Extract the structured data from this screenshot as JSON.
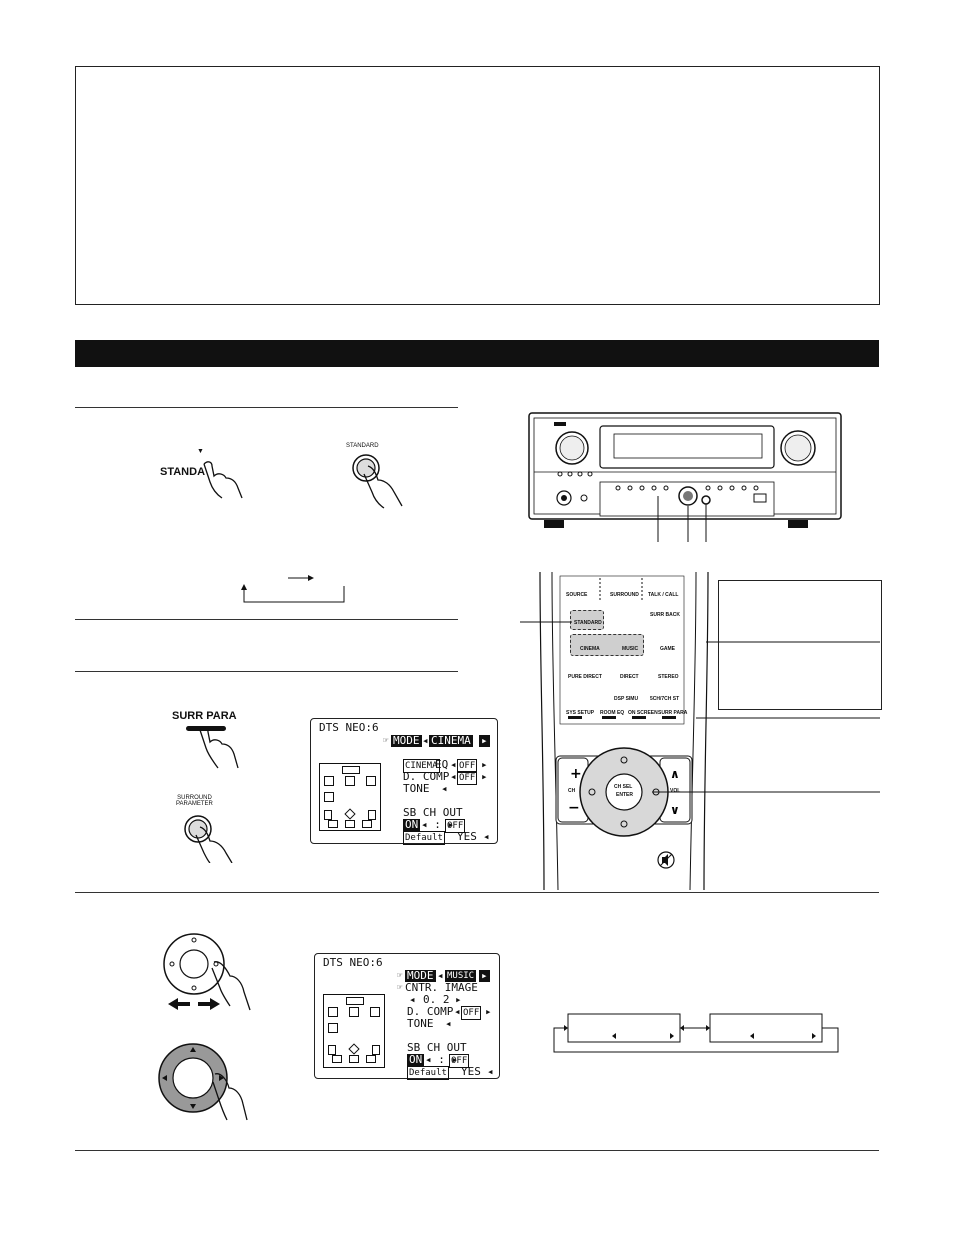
{
  "buttons": {
    "standard_label": "STANDA",
    "standard_caption": "STANDARD",
    "surr_para_label": "SURR PARA",
    "surround_parameter_caption": "SURROUND\nPARAMETER"
  },
  "osd1": {
    "title": "DTS NEO:6",
    "mode_label": "MODE",
    "mode_value": "CINEMA",
    "cinema_tag": "CINEMA",
    "eq_label": "EQ",
    "eq_value": "OFF",
    "dcomp_label": "D. COMP",
    "dcomp_value": "OFF",
    "tone_label": "TONE",
    "sb_label": "SB CH OUT",
    "sb_on": "ON",
    "sb_off": "OFF",
    "default_label": "Default",
    "yes_label": "YES"
  },
  "osd2": {
    "title": "DTS NEO:6",
    "mode_label": "MODE",
    "mode_value": "MUSIC",
    "image_label": "CNTR. IMAGE",
    "image_value": "0. 2",
    "dcomp_label": "D. COMP",
    "dcomp_value": "OFF",
    "tone_label": "TONE",
    "sb_label": "SB CH OUT",
    "sb_on": "ON",
    "sb_off": "OFF",
    "default_label": "Default",
    "yes_label": "YES"
  },
  "remote": {
    "row1": [
      "SOURCE",
      "SURROUND",
      "TALK / CALL"
    ],
    "standard": "STANDARD",
    "surr_back": "SURR BACK",
    "cinema": "CINEMA",
    "music": "MUSIC",
    "game": "GAME",
    "pure_direct": "PURE DIRECT",
    "direct": "DIRECT",
    "stereo": "STEREO",
    "dsp_simu": "DSP SIMU",
    "5ch7ch": "5CH/7CH ST",
    "sys_setup": "SYS SETUP",
    "room_eq": "ROOM EQ",
    "on_screen": "ON SCREEN",
    "surr_para": "SURR PARA",
    "ch_sel": "CH SEL",
    "enter": "ENTER",
    "ch": "CH",
    "vol": "VOL"
  }
}
